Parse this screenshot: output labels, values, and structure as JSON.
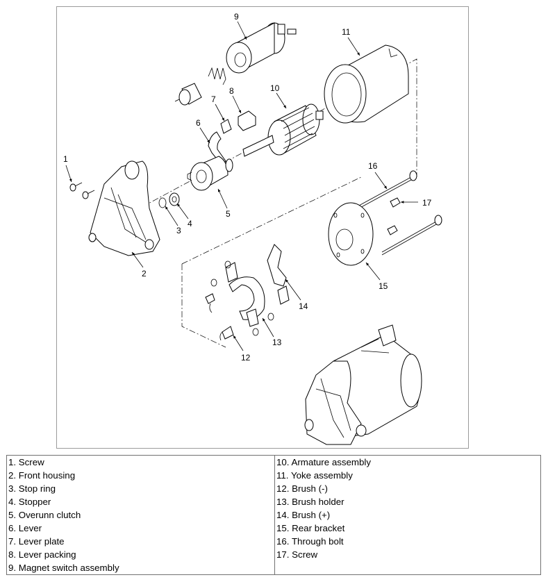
{
  "diagram": {
    "callouts": [
      "1",
      "2",
      "3",
      "4",
      "5",
      "6",
      "7",
      "8",
      "9",
      "10",
      "11",
      "12",
      "13",
      "14",
      "15",
      "16",
      "17"
    ]
  },
  "legend": {
    "left": [
      "1. Screw",
      "2. Front housing",
      "3. Stop ring",
      "4. Stopper",
      "5. Overunn clutch",
      "6. Lever",
      "7. Lever plate",
      "8. Lever packing",
      "9. Magnet switch assembly"
    ],
    "right": [
      "10. Armature assembly",
      "11. Yoke assembly",
      "12. Brush (-)",
      "13. Brush holder",
      "14. Brush (+)",
      "15. Rear bracket",
      "16. Through bolt",
      "17. Screw"
    ]
  }
}
